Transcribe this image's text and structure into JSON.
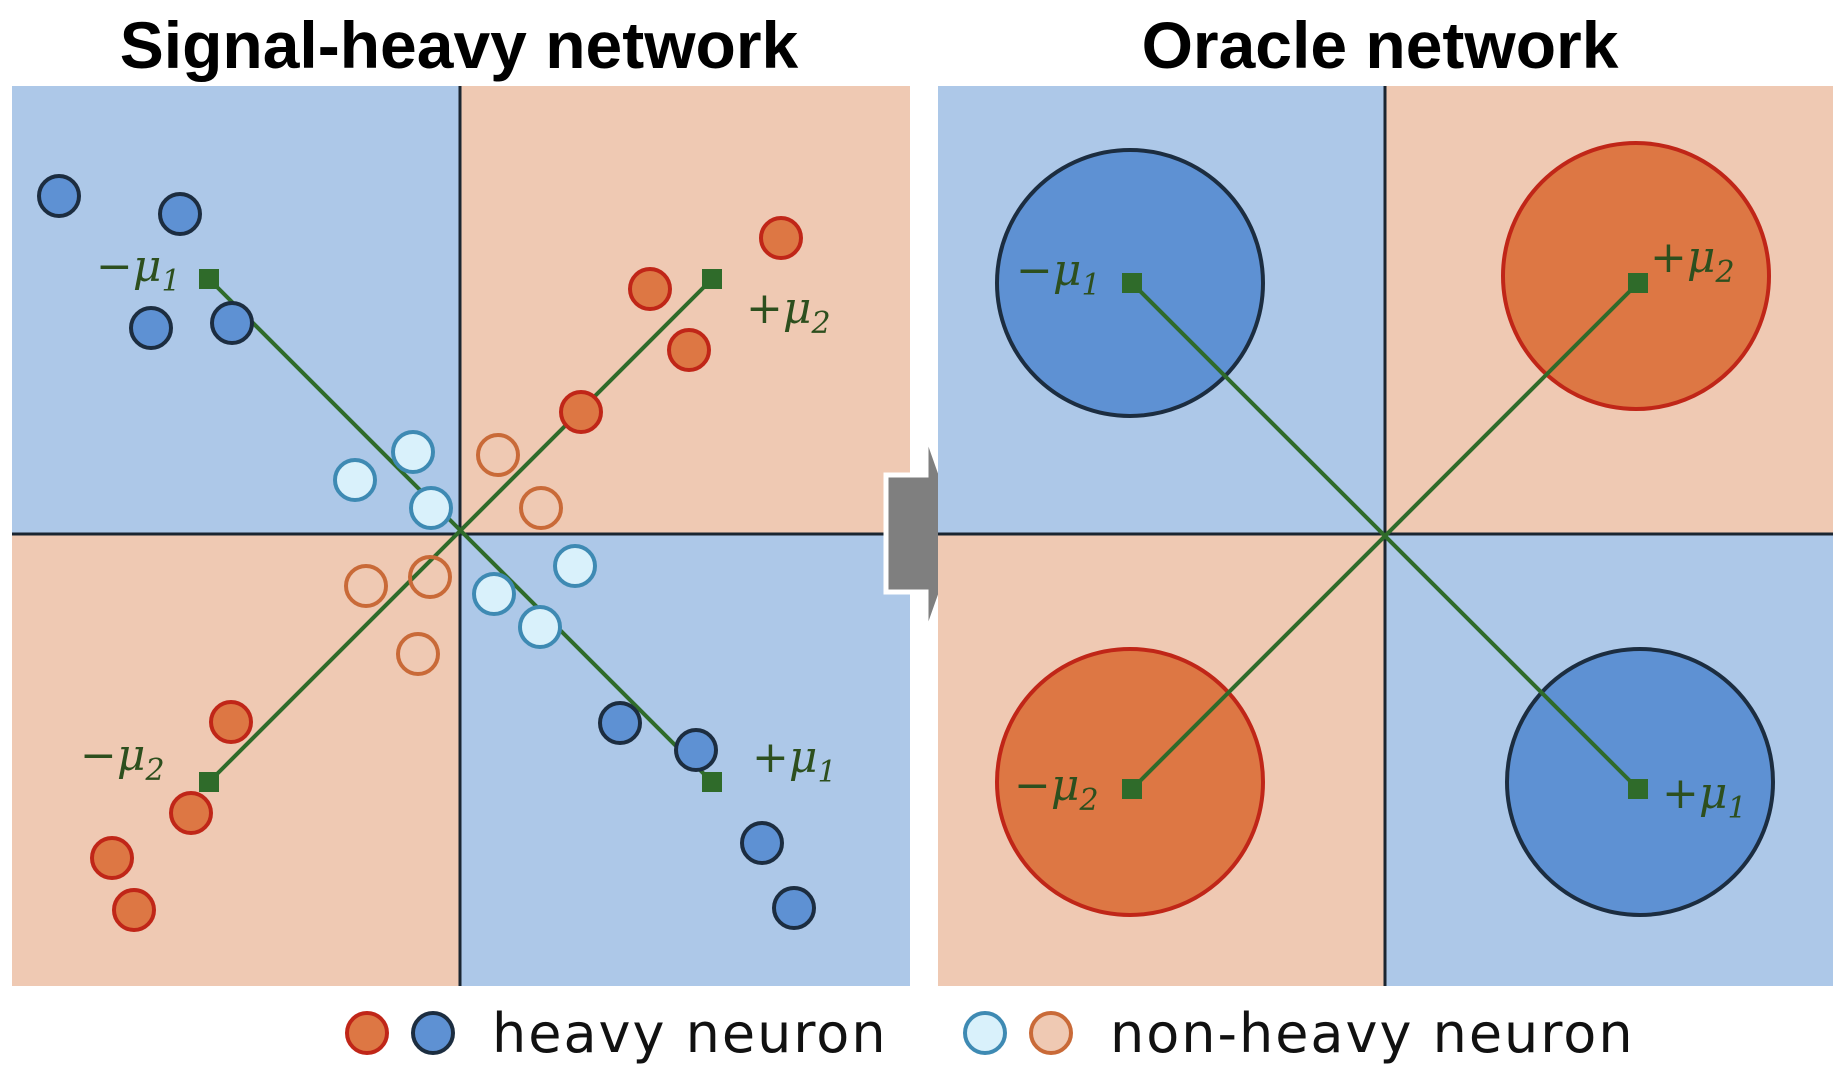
{
  "titles": {
    "left": "Signal-heavy network",
    "right": "Oracle network"
  },
  "labels": {
    "plus_mu1": "+μ",
    "minus_mu1": "−μ",
    "plus_mu2": "+μ",
    "minus_mu2": "−μ",
    "sub1": "1",
    "sub2": "2"
  },
  "legend": {
    "heavy": "heavy neuron",
    "non_heavy": "non-heavy neuron"
  },
  "colors": {
    "region_blue": "#adc8e8",
    "region_orange": "#efc9b3",
    "heavy_red_fill": "#dd7744",
    "heavy_red_stroke": "#c02618",
    "heavy_blue_fill": "#5e91d3",
    "heavy_blue_stroke": "#1c2d40",
    "light_blue_fill": "#d9f1fb",
    "light_blue_stroke": "#3e8ab3",
    "open_orange_stroke": "#c96a38",
    "mu_green": "#2f6b2a"
  },
  "icons": {
    "arrow": "right-arrow-icon",
    "mu_marker": "green-square-marker-icon"
  }
}
